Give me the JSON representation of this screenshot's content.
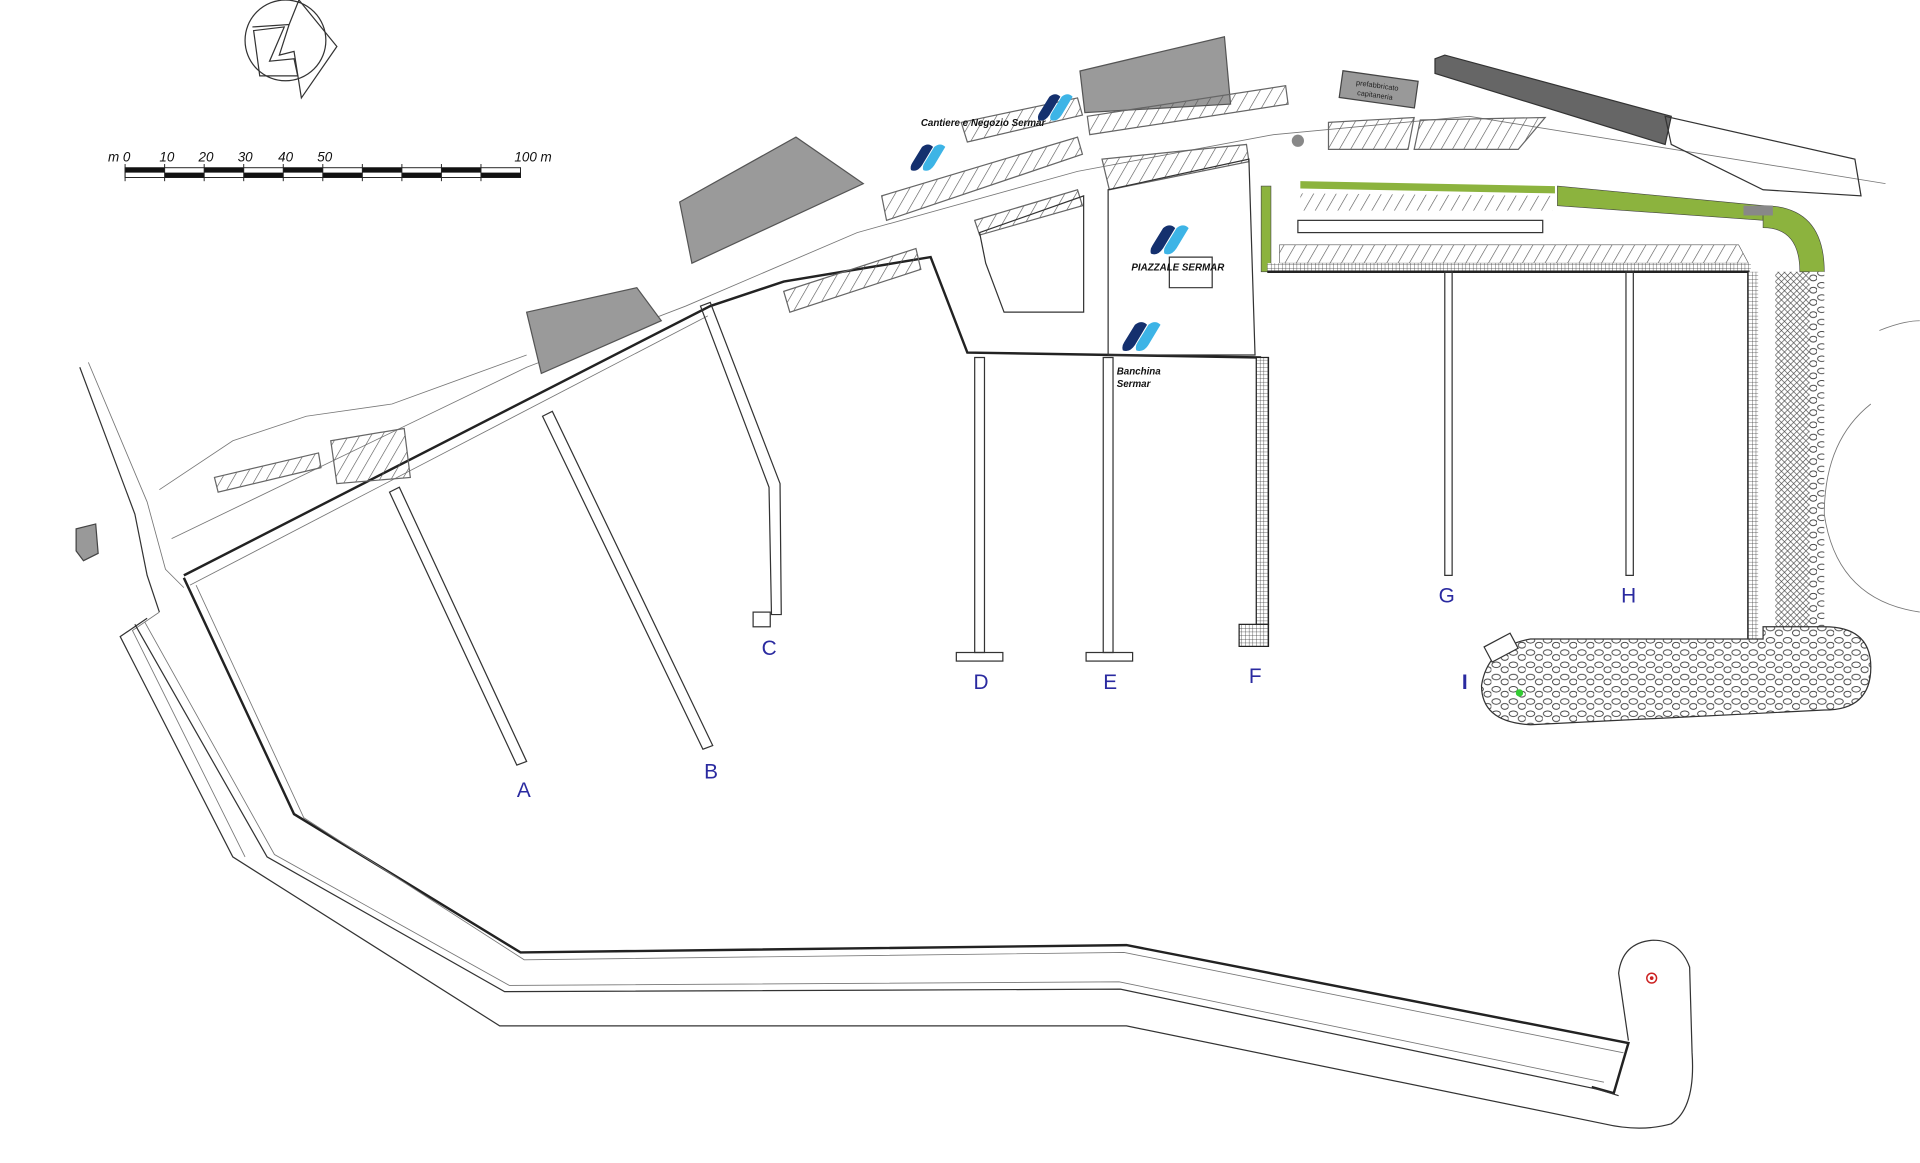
{
  "colors": {
    "building": "#9a9a9a",
    "green": "#8cb33e",
    "logo_dark": "#14306e",
    "logo_light": "#3db4e6",
    "pier_label": "#2a2aa0",
    "lighthouse": "#cc2222"
  },
  "scale_bar": {
    "unit_left": "m 0",
    "ticks": [
      "10",
      "20",
      "30",
      "40",
      "50"
    ],
    "end": "100 m"
  },
  "compass": {
    "label": "N"
  },
  "labels": {
    "cantiere": "Cantiere e Negozio Sermar",
    "piazzale": "PIAZZALE SERMAR",
    "banchina_1": "Banchina",
    "banchina_2": "Sermar",
    "prefab_1": "prefabbricato",
    "prefab_2": "capitaneria"
  },
  "piers": [
    {
      "id": "A"
    },
    {
      "id": "B"
    },
    {
      "id": "C"
    },
    {
      "id": "D"
    },
    {
      "id": "E"
    },
    {
      "id": "F"
    },
    {
      "id": "G"
    },
    {
      "id": "H"
    },
    {
      "id": "I"
    }
  ]
}
